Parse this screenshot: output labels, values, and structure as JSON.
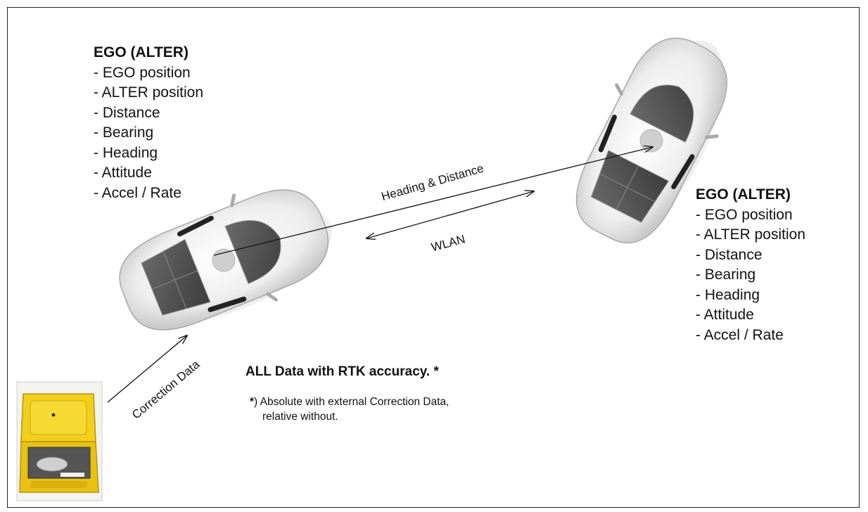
{
  "left_panel": {
    "title": "EGO (ALTER)",
    "items": [
      "- EGO position",
      "- ALTER position",
      "- Distance",
      "- Bearing",
      "- Heading",
      "- Attitude",
      "- Accel / Rate"
    ]
  },
  "right_panel": {
    "title": "EGO (ALTER)",
    "items": [
      "- EGO position",
      "- ALTER position",
      "- Distance",
      "- Bearing",
      "- Heading",
      "- Attitude",
      "- Accel / Rate"
    ]
  },
  "labels": {
    "heading_distance": "Heading & Distance",
    "wlan": "WLAN",
    "correction_data": "Correction Data"
  },
  "accuracy_note": "ALL Data with RTK accuracy. *",
  "footnote": {
    "marker": "*",
    "line1": ") Absolute with external Correction Data,",
    "line2": "relative without."
  },
  "colors": {
    "case_yellow": "#f2cf1c",
    "car_body": "#f4f4f4",
    "glass": "#555555",
    "line": "#111111"
  }
}
